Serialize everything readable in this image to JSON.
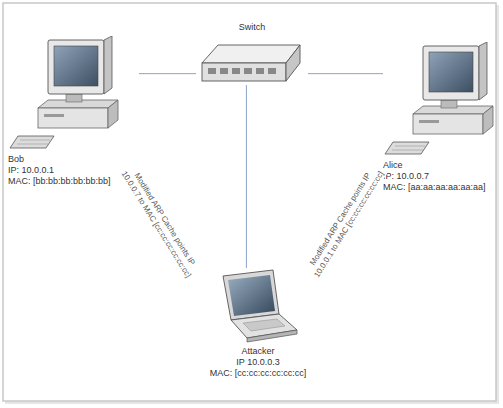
{
  "diagram": {
    "nodes": [
      {
        "text": [
          "Switch"
        ]
      },
      {
        "text": [
          "Bob",
          "IP: 10.0.0.1",
          "MAC: [bb:bb:bb:bb:bb:bb]"
        ]
      },
      {
        "text": [
          "Alice",
          "IP: 10.0.0.7",
          "MAC: [aa:aa:aa:aa:aa:aa]"
        ]
      },
      {
        "text": [
          "Attacker",
          "IP 10.0.0.3",
          "MAC: [cc:cc:cc:cc:cc:cc]"
        ]
      }
    ],
    "edges": [
      {
        "from": 1,
        "to": 0,
        "arrow": "none"
      },
      {
        "from": 0,
        "to": 2,
        "arrow": "none"
      },
      {
        "from": 0,
        "to": 3,
        "arrow": "none"
      }
    ],
    "labels": [
      "Modified ARP Cache points IP 10.0.0.7 to MAC [cc:cc:cc:cc:cc:cc]",
      "Modified ARP Cache points IP 10.0.0.1 to MAC [cc:cc:cc:cc:cc:cc]"
    ]
  }
}
